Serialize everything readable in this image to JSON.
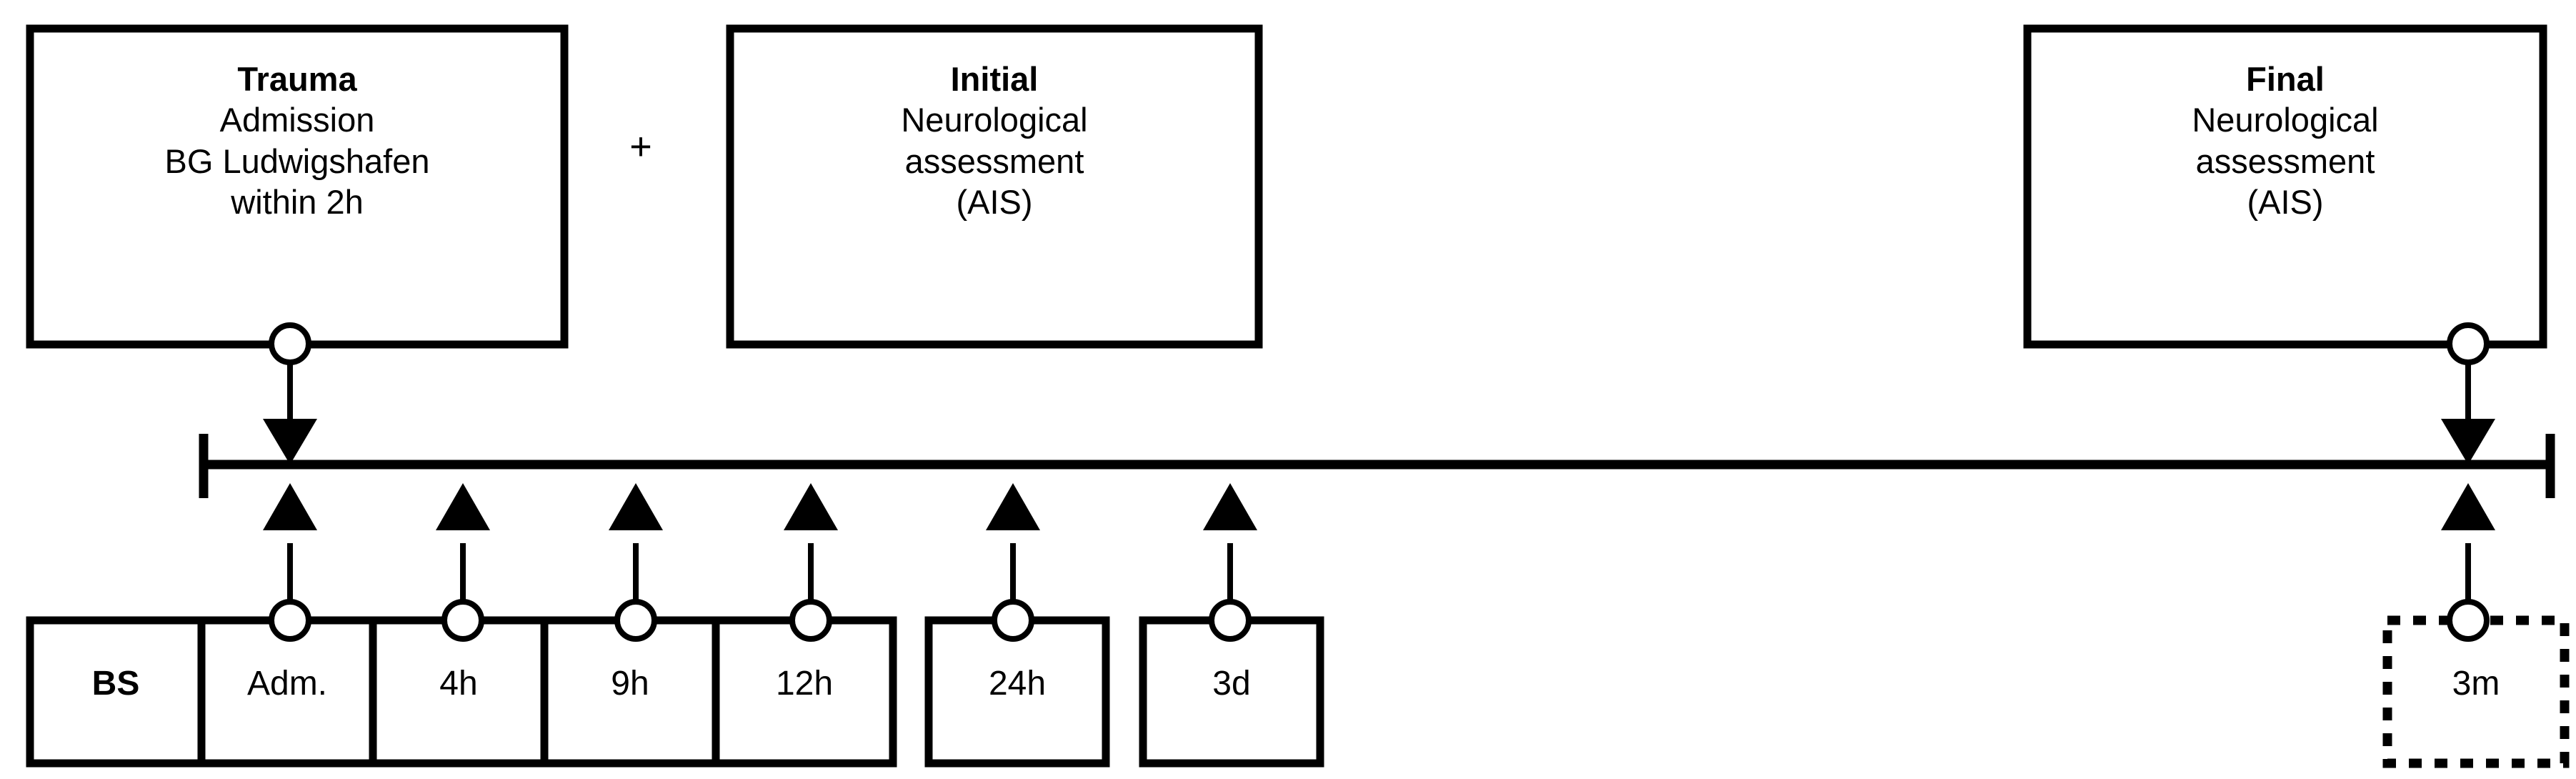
{
  "diagram": {
    "type": "study-timeline",
    "plus_symbol": "+",
    "top_boxes": [
      {
        "id": "trauma-admission",
        "title": "Trauma",
        "lines": [
          "Admission",
          "BG Ludwigshafen",
          "within 2h"
        ],
        "has_connector": true,
        "connector_direction": "down"
      },
      {
        "id": "initial-neuro-assessment",
        "title": "Initial",
        "lines": [
          "Neurological",
          "assessment",
          "(AIS)"
        ],
        "has_connector": false,
        "connector_direction": "none"
      },
      {
        "id": "final-neuro-assessment",
        "title": "Final",
        "lines": [
          "Neurological",
          "assessment",
          "(AIS)"
        ],
        "has_connector": true,
        "connector_direction": "down"
      }
    ],
    "timepoint_boxes": [
      {
        "id": "bs",
        "label": "BS",
        "bold": true,
        "dashed": false,
        "has_arrow": false
      },
      {
        "id": "adm",
        "label": "Adm.",
        "bold": false,
        "dashed": false,
        "has_arrow": true
      },
      {
        "id": "4h",
        "label": "4h",
        "bold": false,
        "dashed": false,
        "has_arrow": true
      },
      {
        "id": "9h",
        "label": "9h",
        "bold": false,
        "dashed": false,
        "has_arrow": true
      },
      {
        "id": "12h",
        "label": "12h",
        "bold": false,
        "dashed": false,
        "has_arrow": true
      },
      {
        "id": "24h",
        "label": "24h",
        "bold": false,
        "dashed": false,
        "has_arrow": true
      },
      {
        "id": "3d",
        "label": "3d",
        "bold": false,
        "dashed": false,
        "has_arrow": true
      },
      {
        "id": "3m",
        "label": "3m",
        "bold": false,
        "dashed": true,
        "has_arrow": true
      }
    ],
    "timeline": {
      "label": "",
      "start_cap": "tick",
      "end_cap": "tick"
    },
    "colors": {
      "stroke": "#000000",
      "fill": "#ffffff",
      "background": "#ffffff"
    }
  }
}
